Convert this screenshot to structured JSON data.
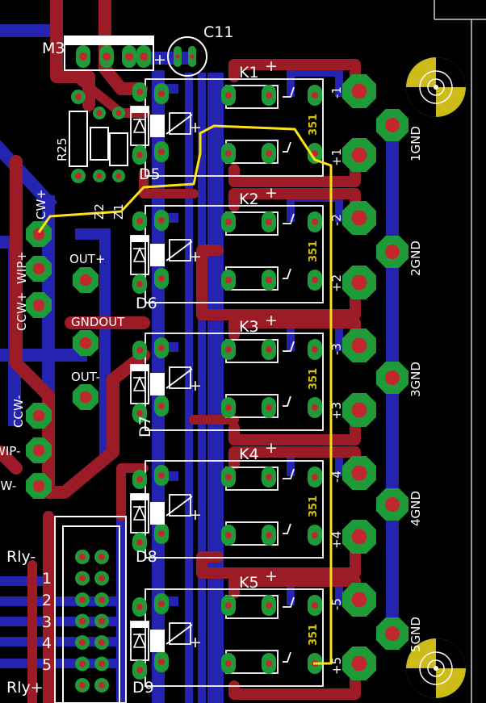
{
  "colors": {
    "background": "#000000",
    "top_copper": "#9b1c26",
    "bottom_copper": "#2424b0",
    "pad": "#1e9a38",
    "drill": "#c0282e",
    "silkscreen": "#ffffff",
    "highlight_trace": "#ffe11a",
    "relay_value": "#d6c200",
    "mounting_hole": "#cdbb1a"
  },
  "header_connector": {
    "name": "M3"
  },
  "capacitor": {
    "name": "C11",
    "polarity": "+"
  },
  "resistor": {
    "name": "R25"
  },
  "zeners": [
    {
      "name": "Z1"
    },
    {
      "name": "Z2"
    }
  ],
  "diodes": [
    "D5",
    "D6",
    "D7",
    "D8",
    "D9"
  ],
  "relays": [
    {
      "name": "K1",
      "value": "351"
    },
    {
      "name": "K2",
      "value": "351"
    },
    {
      "name": "K3",
      "value": "351"
    },
    {
      "name": "K4",
      "value": "351"
    },
    {
      "name": "K5",
      "value": "351"
    }
  ],
  "plus_marks": [
    "+",
    "+",
    "+",
    "+",
    "+",
    "+",
    "+",
    "+",
    "+",
    "+"
  ],
  "output_pins": [
    "-1",
    "+1",
    "-2",
    "+2",
    "-3",
    "+3",
    "-4",
    "+4",
    "-5",
    "+5"
  ],
  "gnd_pins": [
    "1GND",
    "2GND",
    "3GND",
    "4GND",
    "5GND"
  ],
  "left_labels": {
    "ccw_plus": "CCW+",
    "wip_plus": "WIP+",
    "ccw_minus": "CCW-",
    "wip_minus": "WIP-",
    "cw_plus": "CW+",
    "cw_minus": "CW-",
    "out_plus": "OUT+",
    "gndout": "GNDOUT",
    "out_minus": "OUT-"
  },
  "rly_connector": {
    "top_label": "Rly-",
    "bottom_label": "Rly+",
    "numbers": [
      "1",
      "2",
      "3",
      "4",
      "5"
    ]
  }
}
